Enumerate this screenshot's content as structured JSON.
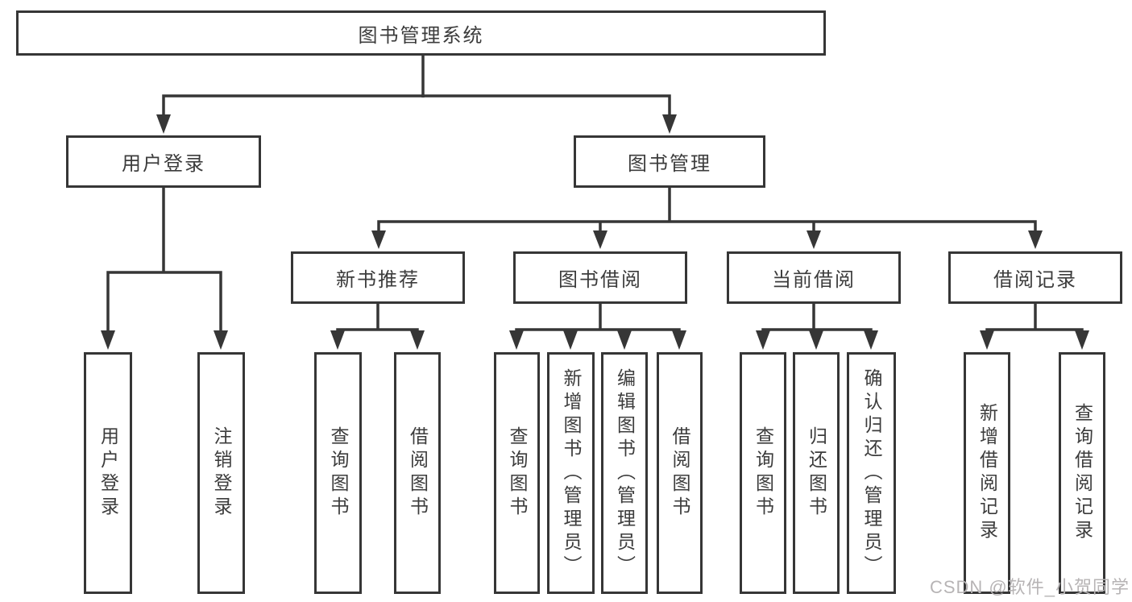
{
  "tree": {
    "root": {
      "label": "图书管理系统"
    },
    "branches": [
      {
        "label": "用户登录",
        "children": [
          {
            "label": "用户登录"
          },
          {
            "label": "注销登录"
          }
        ]
      },
      {
        "label": "图书管理",
        "children": [
          {
            "label": "新书推荐",
            "children": [
              {
                "label": "查询图书"
              },
              {
                "label": "借阅图书"
              }
            ]
          },
          {
            "label": "图书借阅",
            "children": [
              {
                "label": "查询图书"
              },
              {
                "label": "新增图书（管理员）"
              },
              {
                "label": "编辑图书（管理员）"
              },
              {
                "label": "借阅图书"
              }
            ]
          },
          {
            "label": "当前借阅",
            "children": [
              {
                "label": "查询图书"
              },
              {
                "label": "归还图书"
              },
              {
                "label": "确认归还（管理员）"
              }
            ]
          },
          {
            "label": "借阅记录",
            "children": [
              {
                "label": "新增借阅记录"
              },
              {
                "label": "查询借阅记录"
              }
            ]
          }
        ]
      }
    ]
  },
  "watermark": {
    "text": "CSDN @软件_小贺同学",
    "color": "#b7b4b5"
  },
  "style": {
    "line_color": "#363636",
    "text_color": "#3c3c3c",
    "background": "#ffffff"
  }
}
